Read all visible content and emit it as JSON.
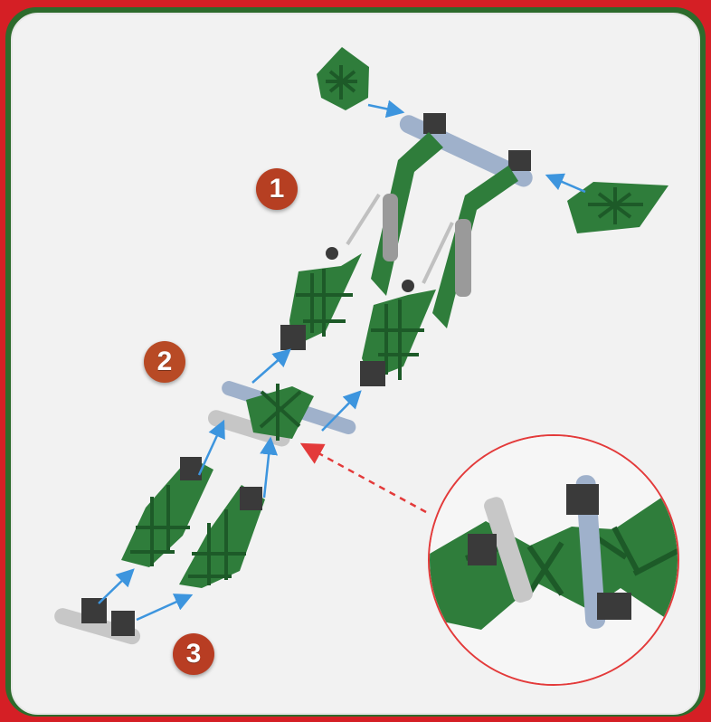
{
  "steps": [
    "1",
    "2",
    "3"
  ],
  "colors": {
    "frame_red": "#d51f25",
    "frame_green": "#2d6b2c",
    "panel_bg": "#f2f2f2",
    "part_green": "#2f7d3b",
    "part_dark": "#3a3a3a",
    "rod_blue": "#9fb1cb",
    "rod_gray": "#bdbdbd",
    "arrow_blue": "#3d95de",
    "callout_red": "#e33a3a",
    "badge_orange": "#b63f22"
  },
  "icons": {
    "badge_1": "sunburst-step-badge",
    "arrows": "assembly-arrow-icon",
    "zoom": "magnified-detail-circle"
  }
}
